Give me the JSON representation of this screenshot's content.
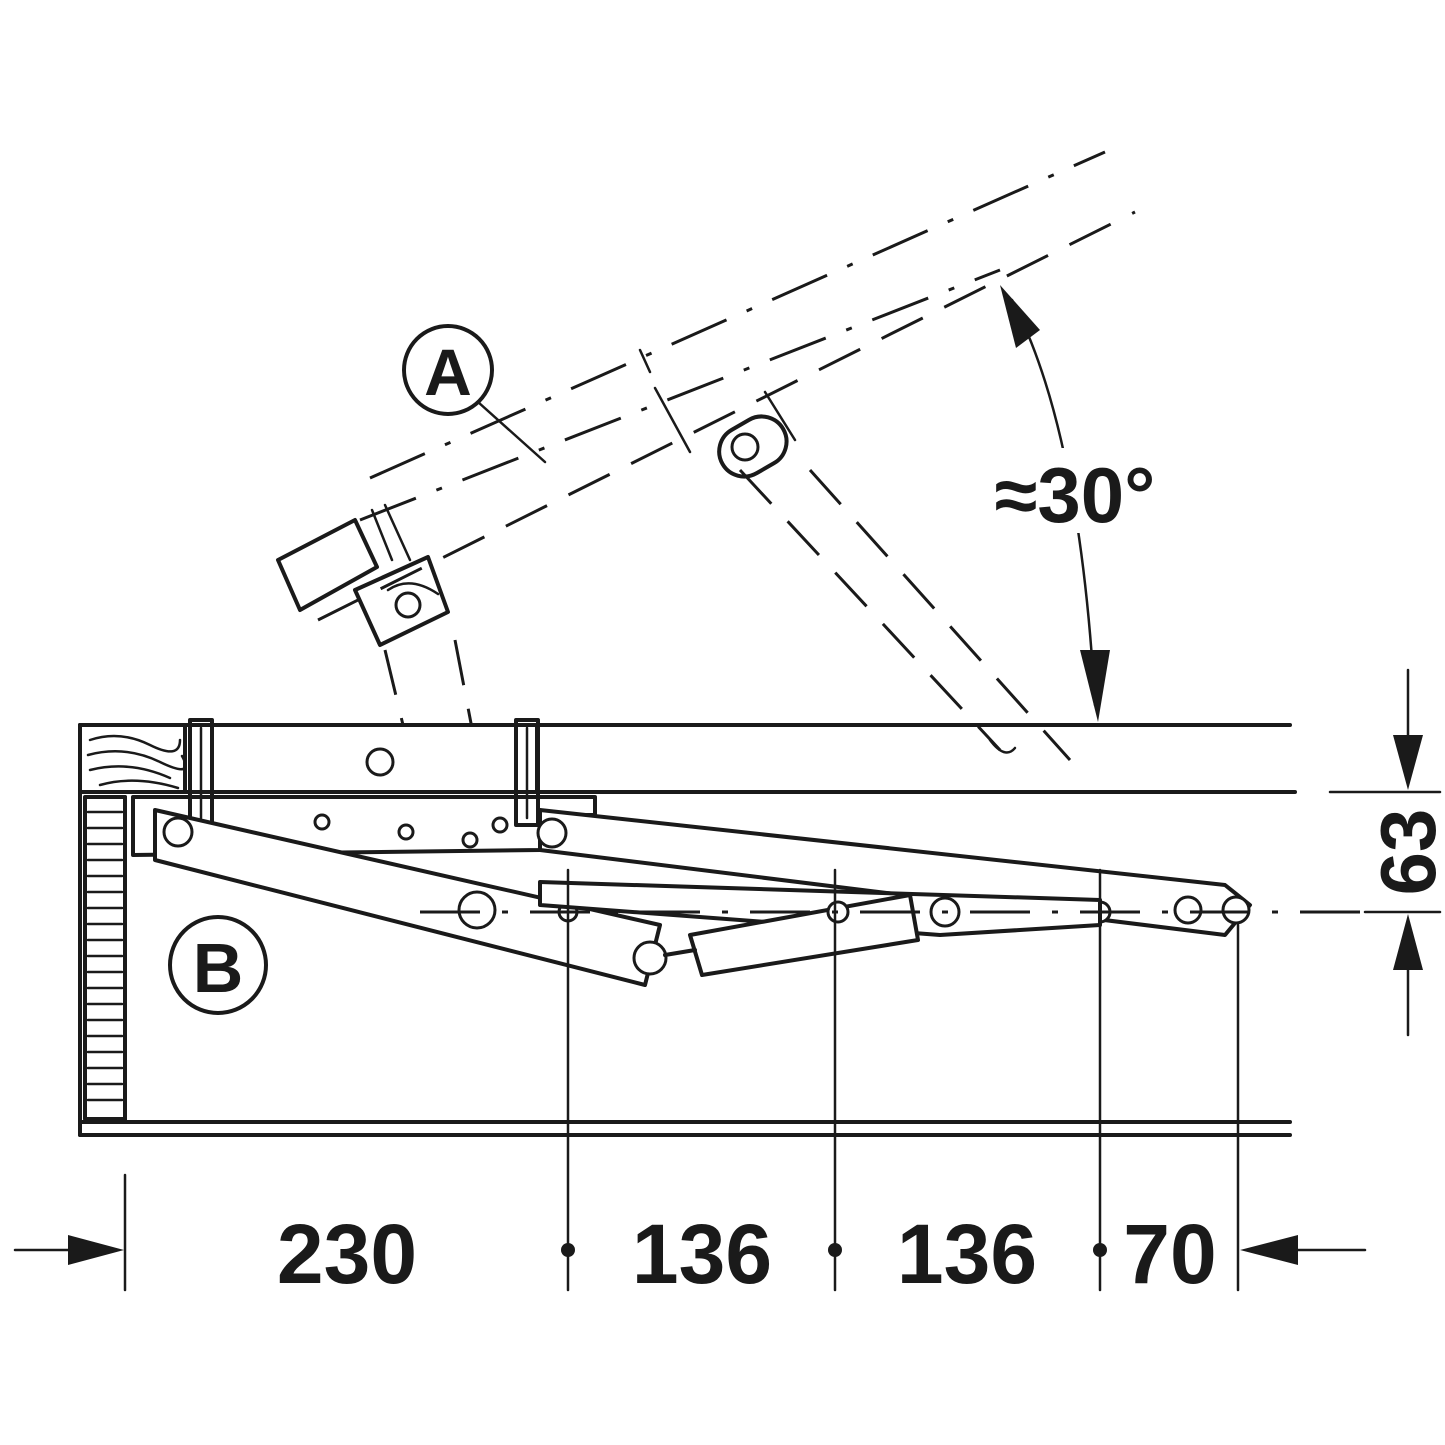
{
  "callouts": {
    "a": "A",
    "b": "B"
  },
  "angle_label": "≈30°",
  "height_dimension": "63",
  "spacing_dimensions": [
    "230",
    "136",
    "136",
    "70"
  ]
}
